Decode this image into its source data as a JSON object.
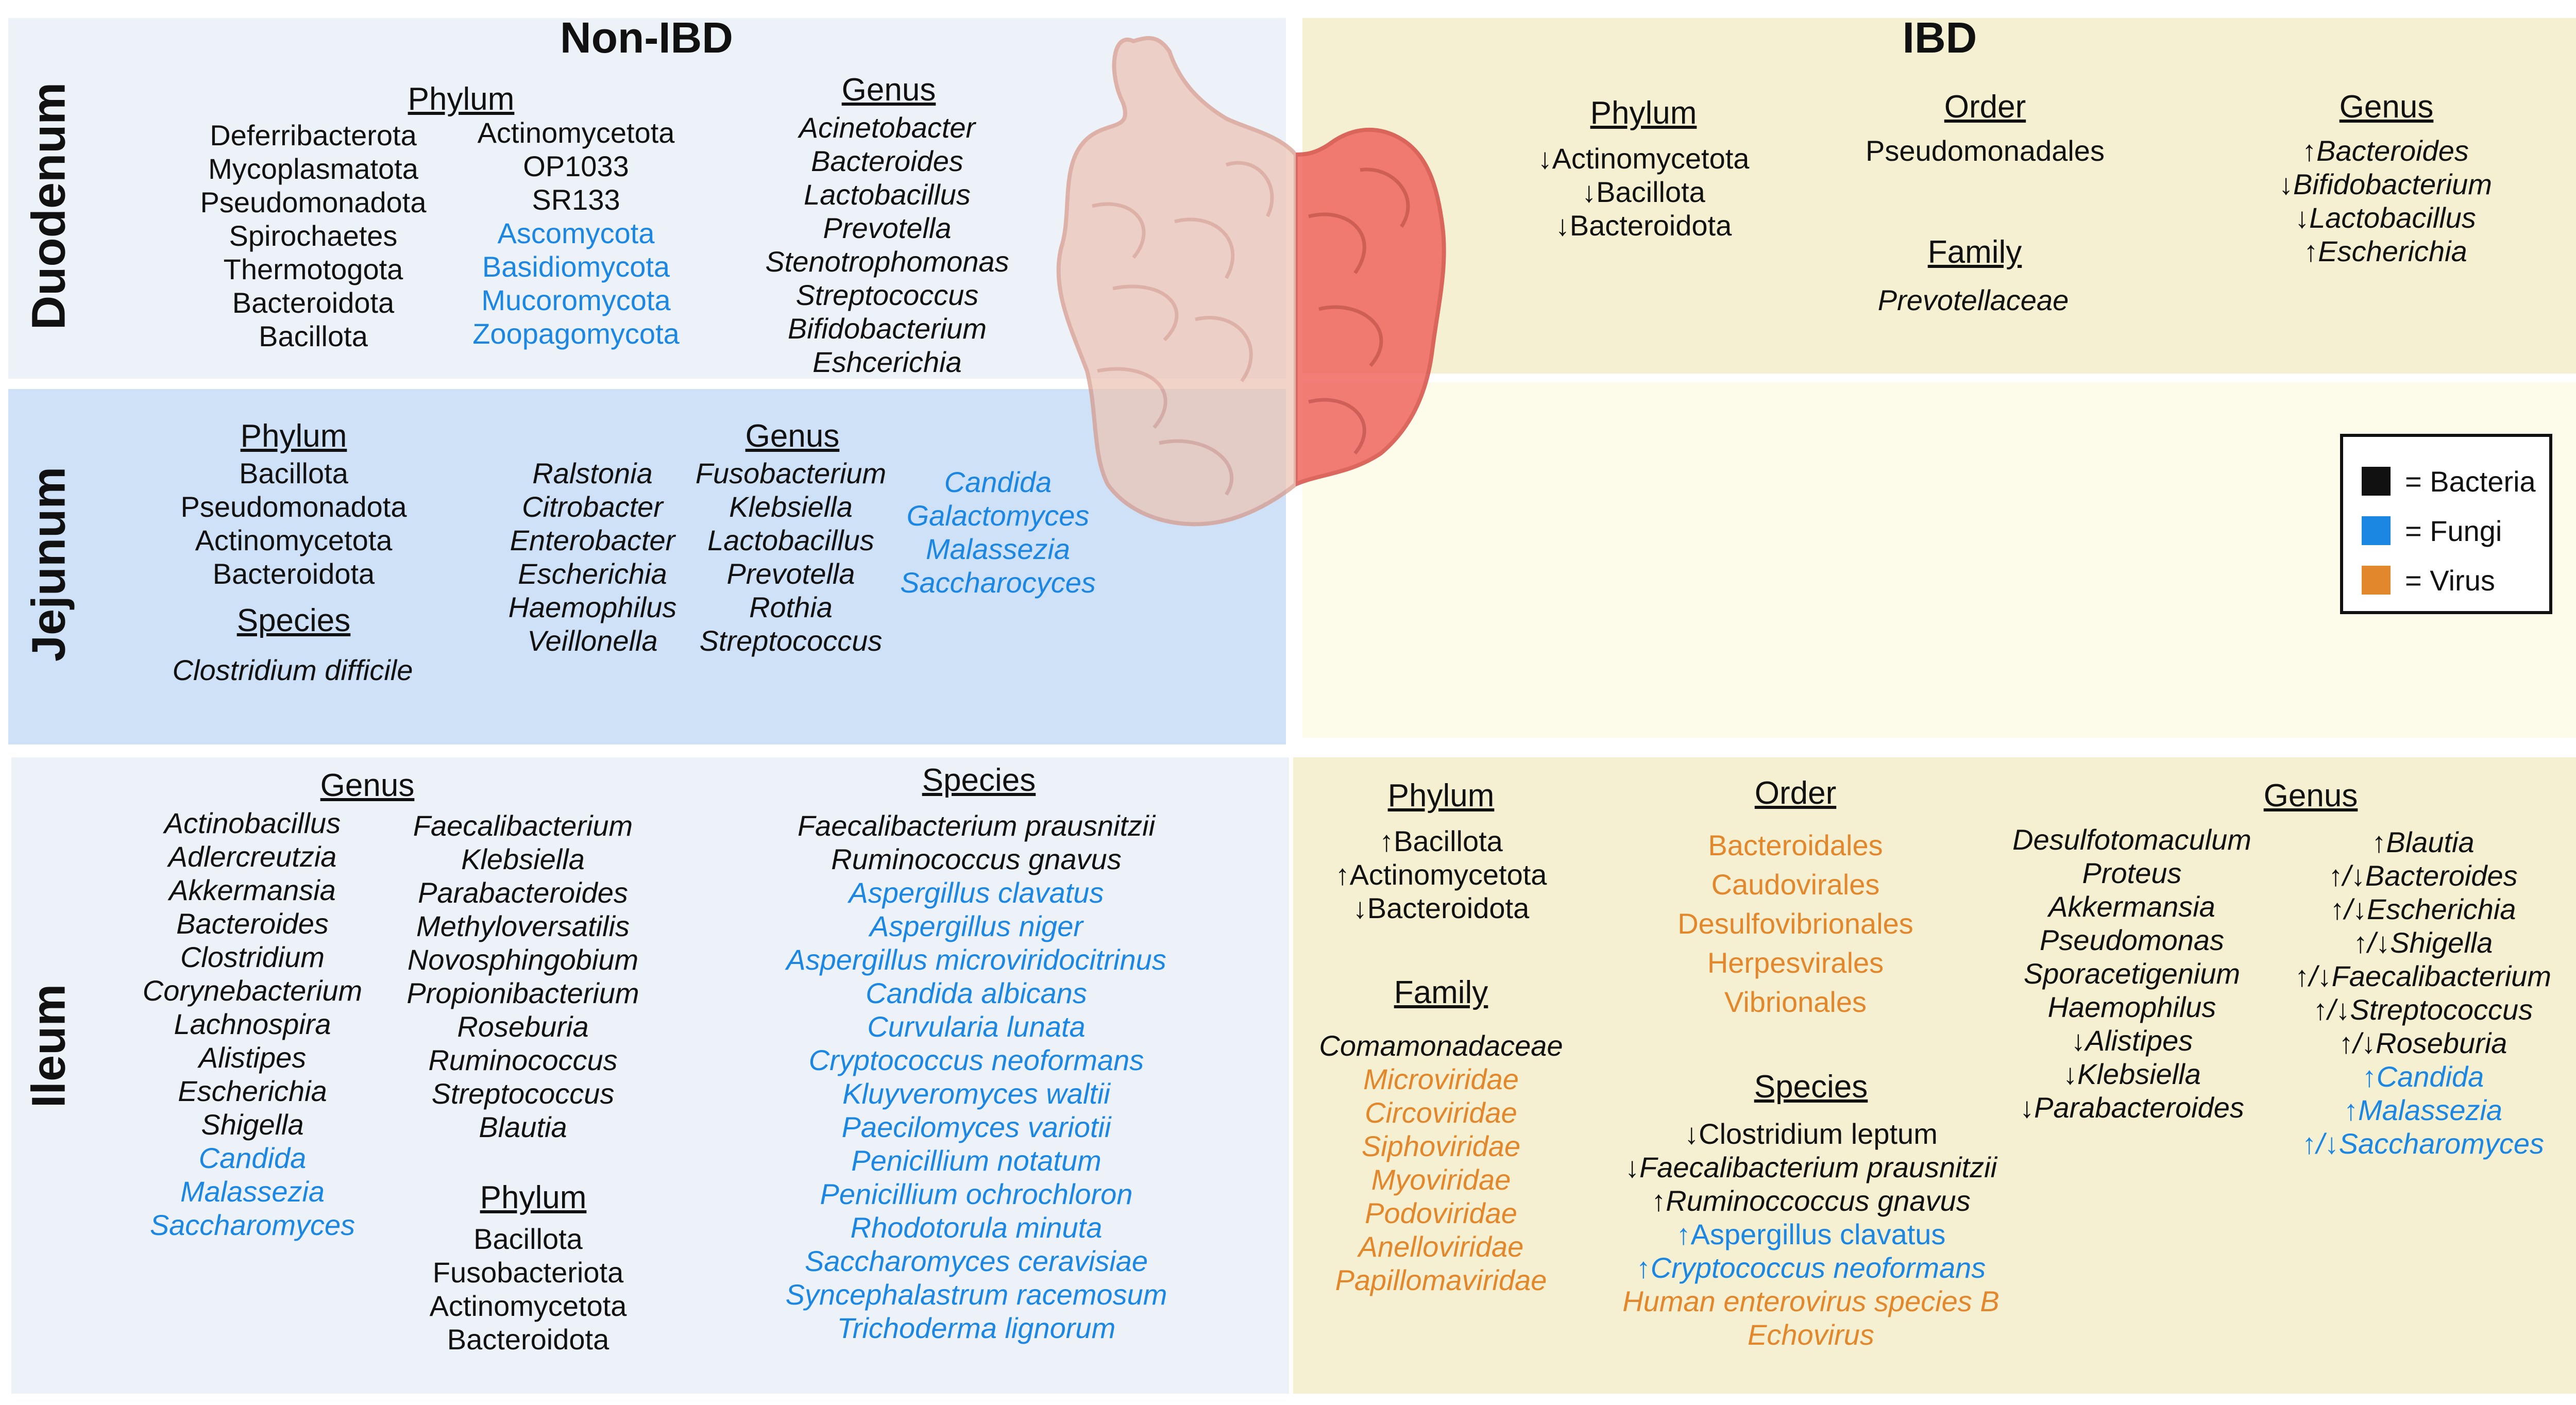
{
  "colors": {
    "bacteria": "#111111",
    "fungi": "#1b87e3",
    "virus": "#e2872b",
    "nonibd_panel": "#edf2f9",
    "jejunum_panel": "#cfe1f6",
    "ibd_panel": "#f5f0d2",
    "ibd_jejunum_panel": "#fdfbea"
  },
  "titles": {
    "non_ibd": "Non-IBD",
    "ibd": "IBD"
  },
  "sections": {
    "duodenum": "Duodenum",
    "jejunum": "Jejunum",
    "ileum": "Ileum"
  },
  "legend": [
    {
      "swatch": "#111111",
      "label": "= Bacteria"
    },
    {
      "swatch": "#1b87e3",
      "label": "= Fungi"
    },
    {
      "swatch": "#e2872b",
      "label": "= Virus"
    }
  ],
  "non_ibd": {
    "duodenum": {
      "phylum": {
        "header": "Phylum",
        "col1": [
          {
            "t": "Deferribacterota",
            "c": "b"
          },
          {
            "t": "Mycoplasmatota",
            "c": "b"
          },
          {
            "t": "Pseudomonadota",
            "c": "b"
          },
          {
            "t": "Spirochaetes",
            "c": "b"
          },
          {
            "t": "Thermotogota",
            "c": "b"
          },
          {
            "t": "Bacteroidota",
            "c": "b"
          },
          {
            "t": "Bacillota",
            "c": "b"
          }
        ],
        "col2": [
          {
            "t": "Actinomycetota",
            "c": "b"
          },
          {
            "t": "OP1033",
            "c": "b"
          },
          {
            "t": "SR133",
            "c": "b"
          },
          {
            "t": "Ascomycota",
            "c": "f"
          },
          {
            "t": "Basidiomycota",
            "c": "f"
          },
          {
            "t": "Mucoromycota",
            "c": "f"
          },
          {
            "t": "Zoopagomycota",
            "c": "f"
          }
        ]
      },
      "genus": {
        "header": "Genus",
        "items": [
          {
            "t": "Acinetobacter",
            "c": "b"
          },
          {
            "t": "Bacteroides",
            "c": "b"
          },
          {
            "t": "Lactobacillus",
            "c": "b"
          },
          {
            "t": "Prevotella",
            "c": "b"
          },
          {
            "t": "Stenotrophomonas",
            "c": "b"
          },
          {
            "t": "Streptococcus",
            "c": "b"
          },
          {
            "t": "Bifidobacterium",
            "c": "b"
          },
          {
            "t": "Eshcerichia",
            "c": "b"
          }
        ]
      }
    },
    "jejunum": {
      "phylum": {
        "header": "Phylum",
        "items": [
          {
            "t": "Bacillota",
            "c": "b"
          },
          {
            "t": "Pseudomonadota",
            "c": "b"
          },
          {
            "t": "Actinomycetota",
            "c": "b"
          },
          {
            "t": "Bacteroidota",
            "c": "b"
          }
        ]
      },
      "species": {
        "header": "Species",
        "items": [
          {
            "t": "Clostridium difficile",
            "c": "b"
          }
        ]
      },
      "genus": {
        "header": "Genus",
        "col1": [
          {
            "t": "Ralstonia",
            "c": "b"
          },
          {
            "t": "Citrobacter",
            "c": "b"
          },
          {
            "t": "Enterobacter",
            "c": "b"
          },
          {
            "t": "Escherichia",
            "c": "b"
          },
          {
            "t": "Haemophilus",
            "c": "b"
          },
          {
            "t": "Veillonella",
            "c": "b"
          }
        ],
        "col2": [
          {
            "t": "Fusobacterium",
            "c": "b"
          },
          {
            "t": "Klebsiella",
            "c": "b"
          },
          {
            "t": "Lactobacillus",
            "c": "b"
          },
          {
            "t": "Prevotella",
            "c": "b"
          },
          {
            "t": "Rothia",
            "c": "b"
          },
          {
            "t": "Streptococcus",
            "c": "b"
          }
        ],
        "col3": [
          {
            "t": "Candida",
            "c": "f"
          },
          {
            "t": "Galactomyces",
            "c": "f"
          },
          {
            "t": "Malassezia",
            "c": "f"
          },
          {
            "t": "Saccharocyces",
            "c": "f"
          }
        ]
      }
    },
    "ileum": {
      "genus": {
        "header": "Genus",
        "col1": [
          {
            "t": "Actinobacillus",
            "c": "b"
          },
          {
            "t": "Adlercreutzia",
            "c": "b"
          },
          {
            "t": "Akkermansia",
            "c": "b"
          },
          {
            "t": "Bacteroides",
            "c": "b"
          },
          {
            "t": "Clostridium",
            "c": "b"
          },
          {
            "t": "Corynebacterium",
            "c": "b"
          },
          {
            "t": "Lachnospira",
            "c": "b"
          },
          {
            "t": "Alistipes",
            "c": "b"
          },
          {
            "t": "Escherichia",
            "c": "b"
          },
          {
            "t": "Shigella",
            "c": "b"
          },
          {
            "t": "Candida",
            "c": "f"
          },
          {
            "t": "Malassezia",
            "c": "f"
          },
          {
            "t": "Saccharomyces",
            "c": "f"
          }
        ],
        "col2": [
          {
            "t": "Faecalibacterium",
            "c": "b"
          },
          {
            "t": "Klebsiella",
            "c": "b"
          },
          {
            "t": "Parabacteroides",
            "c": "b"
          },
          {
            "t": "Methyloversatilis",
            "c": "b"
          },
          {
            "t": "Novosphingobium",
            "c": "b"
          },
          {
            "t": "Propionibacterium",
            "c": "b"
          },
          {
            "t": "Roseburia",
            "c": "b"
          },
          {
            "t": "Ruminococcus",
            "c": "b"
          },
          {
            "t": "Streptococcus",
            "c": "b"
          },
          {
            "t": "Blautia",
            "c": "b"
          }
        ]
      },
      "phylum": {
        "header": "Phylum",
        "items": [
          {
            "t": "Bacillota",
            "c": "b"
          },
          {
            "t": "Fusobacteriota",
            "c": "b"
          },
          {
            "t": "Actinomycetota",
            "c": "b"
          },
          {
            "t": "Bacteroidota",
            "c": "b"
          }
        ]
      },
      "species": {
        "header": "Species",
        "items": [
          {
            "t": "Faecalibacterium prausnitzii",
            "c": "b"
          },
          {
            "t": "Ruminococcus gnavus",
            "c": "b"
          },
          {
            "t": "Aspergillus clavatus",
            "c": "f"
          },
          {
            "t": "Aspergillus niger",
            "c": "f"
          },
          {
            "t": "Aspergillus microviridocitrinus",
            "c": "f"
          },
          {
            "t": "Candida albicans",
            "c": "f"
          },
          {
            "t": "Curvularia lunata",
            "c": "f"
          },
          {
            "t": "Cryptococcus neoformans",
            "c": "f"
          },
          {
            "t": "Kluyveromyces waltii",
            "c": "f"
          },
          {
            "t": "Paecilomyces variotii",
            "c": "f"
          },
          {
            "t": "Penicillium notatum",
            "c": "f"
          },
          {
            "t": "Penicillium ochrochloron",
            "c": "f"
          },
          {
            "t": "Rhodotorula minuta",
            "c": "f"
          },
          {
            "t": "Saccharomyces ceravisiae",
            "c": "f"
          },
          {
            "t": "Syncephalastrum racemosum",
            "c": "f"
          },
          {
            "t": "Trichoderma lignorum",
            "c": "f"
          }
        ]
      }
    }
  },
  "ibd": {
    "duodenum": {
      "phylum": {
        "header": "Phylum",
        "items": [
          {
            "t": "↓Actinomycetota",
            "c": "b"
          },
          {
            "t": "↓Bacillota",
            "c": "b"
          },
          {
            "t": "↓Bacteroidota",
            "c": "b"
          }
        ]
      },
      "order": {
        "header": "Order",
        "items": [
          {
            "t": "Pseudomonadales",
            "c": "b"
          }
        ]
      },
      "family": {
        "header": "Family",
        "items": [
          {
            "t": "Prevotellaceae",
            "c": "b"
          }
        ]
      },
      "genus": {
        "header": "Genus",
        "items": [
          {
            "t": "↑Bacteroides",
            "c": "b"
          },
          {
            "t": "↓Bifidobacterium",
            "c": "b"
          },
          {
            "t": "↓Lactobacillus",
            "c": "b"
          },
          {
            "t": "↑Escherichia",
            "c": "b"
          }
        ]
      }
    },
    "ileum": {
      "phylum": {
        "header": "Phylum",
        "items": [
          {
            "t": "↑Bacillota",
            "c": "b"
          },
          {
            "t": "↑Actinomycetota",
            "c": "b"
          },
          {
            "t": "↓Bacteroidota",
            "c": "b"
          }
        ]
      },
      "family": {
        "header": "Family",
        "items": [
          {
            "t": "Comamonadaceae",
            "c": "b"
          },
          {
            "t": "Microviridae",
            "c": "v"
          },
          {
            "t": "Circoviridae",
            "c": "v"
          },
          {
            "t": "Siphoviridae",
            "c": "v"
          },
          {
            "t": "Myoviridae",
            "c": "v"
          },
          {
            "t": "Podoviridae",
            "c": "v"
          },
          {
            "t": "Anelloviridae",
            "c": "v"
          },
          {
            "t": "Papillomaviridae",
            "c": "v"
          }
        ]
      },
      "order": {
        "header": "Order",
        "items": [
          {
            "t": "Bacteroidales",
            "c": "v"
          },
          {
            "t": "Caudovirales",
            "c": "v"
          },
          {
            "t": "Desulfovibrionales",
            "c": "v"
          },
          {
            "t": "Herpesvirales",
            "c": "v"
          },
          {
            "t": "Vibrionales",
            "c": "v"
          }
        ]
      },
      "species": {
        "header": "Species",
        "items": [
          {
            "t": "↓Clostridium leptum",
            "c": "b",
            "i": false
          },
          {
            "t": "↓Faecalibacterium prausnitzii",
            "c": "b",
            "i": true
          },
          {
            "t": "↑Ruminoccoccus gnavus",
            "c": "b",
            "i": true
          },
          {
            "t": "↑Aspergillus clavatus",
            "c": "f",
            "i": false
          },
          {
            "t": "↑Cryptococcus neoformans",
            "c": "f",
            "i": true
          },
          {
            "t": "Human enterovirus species B",
            "c": "v",
            "i": true
          },
          {
            "t": "Echovirus",
            "c": "v",
            "i": true
          }
        ]
      },
      "genus": {
        "header": "Genus",
        "col1": [
          {
            "t": "Desulfotomaculum",
            "c": "b"
          },
          {
            "t": "Proteus",
            "c": "b"
          },
          {
            "t": "Akkermansia",
            "c": "b"
          },
          {
            "t": "Pseudomonas",
            "c": "b"
          },
          {
            "t": "Sporacetigenium",
            "c": "b"
          },
          {
            "t": "Haemophilus",
            "c": "b"
          },
          {
            "t": "↓Alistipes",
            "c": "b"
          },
          {
            "t": "↓Klebsiella",
            "c": "b"
          },
          {
            "t": "↓Parabacteroides",
            "c": "b"
          }
        ],
        "col2": [
          {
            "t": "↑Blautia",
            "c": "b"
          },
          {
            "t": "↑/↓Bacteroides",
            "c": "b"
          },
          {
            "t": "↑/↓Escherichia",
            "c": "b"
          },
          {
            "t": "↑/↓Shigella",
            "c": "b"
          },
          {
            "t": "↑/↓Faecalibacterium",
            "c": "b"
          },
          {
            "t": "↑/↓Streptococcus",
            "c": "b"
          },
          {
            "t": "↑/↓Roseburia",
            "c": "b"
          },
          {
            "t": "↑Candida",
            "c": "f"
          },
          {
            "t": "↑Malassezia",
            "c": "f"
          },
          {
            "t": "↑/↓Saccharomyces",
            "c": "f"
          }
        ]
      }
    }
  }
}
